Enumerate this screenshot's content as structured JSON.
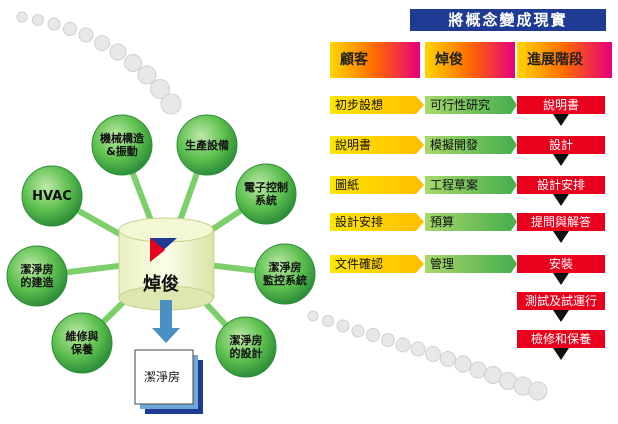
{
  "title": "將概念變成現實",
  "headers": {
    "customer": "顧客",
    "company": "焯俊",
    "stage": "進展階段"
  },
  "customer_items": [
    "初步設想",
    "說明書",
    "圖紙",
    "設計安排",
    "文件確認"
  ],
  "company_items": [
    "可行性研究",
    "模擬開發",
    "工程草案",
    "預算",
    "管理"
  ],
  "stages": [
    "說明書",
    "設計",
    "設計安排",
    "提問與解答",
    "安裝",
    "測試及試運行",
    "檢修和保養"
  ],
  "hub": {
    "center": "焯俊",
    "nodes": [
      "機械構造\n&振動",
      "生產設備",
      "電子控制\n系統",
      "潔淨房\n監控系統",
      "潔淨房\n的設計",
      "維修與\n保養",
      "潔淨房\n的建造",
      "HVAC"
    ],
    "output": "潔淨房"
  },
  "colors": {
    "banner": "#1f3a93",
    "stage_red": "#e8001c",
    "node_green": "#3aa64a",
    "arrow_blue": "#4a90c2"
  }
}
